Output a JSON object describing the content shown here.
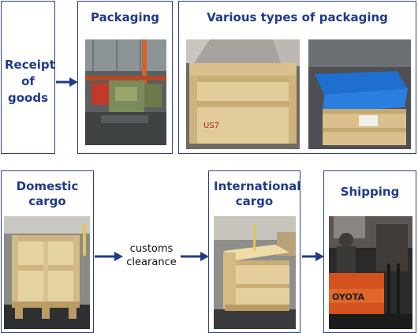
{
  "colors": {
    "border": "#2a3f8f",
    "title": "#1f3a8a",
    "arrow": "#1f3a8a"
  },
  "steps": {
    "receipt": {
      "label": "Receipt of goods"
    },
    "packaging": {
      "label": "Packaging"
    },
    "various": {
      "label": "Various types of packaging"
    },
    "domestic": {
      "label": "Domestic cargo"
    },
    "customs": {
      "label": "customs clearance"
    },
    "international": {
      "label": "International cargo"
    },
    "shipping": {
      "label": "Shipping"
    }
  }
}
